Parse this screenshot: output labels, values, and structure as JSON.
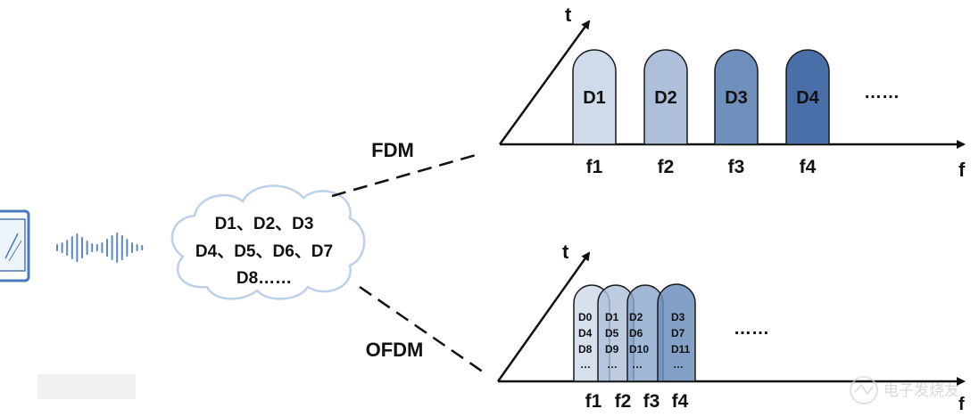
{
  "cloud": {
    "line1": "D1、D2、D3",
    "line2": "D4、D5、D6、D7",
    "line3": "D8……"
  },
  "fdm": {
    "label": "FDM",
    "t_axis": "t",
    "f_axis": "f",
    "blocks": [
      "D1",
      "D2",
      "D3",
      "D4"
    ],
    "freqs": [
      "f1",
      "f2",
      "f3",
      "f4"
    ],
    "ellipsis": "……"
  },
  "ofdm": {
    "label": "OFDM",
    "t_axis": "t",
    "f_axis": "f",
    "columns": [
      [
        "D0",
        "D4",
        "D8",
        "…"
      ],
      [
        "D1",
        "D5",
        "D9",
        "…"
      ],
      [
        "D2",
        "D6",
        "D10",
        "…"
      ],
      [
        "D3",
        "D7",
        "D11",
        "…"
      ]
    ],
    "freqs": [
      "f1",
      "f2",
      "f3",
      "f4"
    ],
    "ellipsis": "……"
  },
  "watermark": "电子发烧友",
  "colors": {
    "block1": "#cfdbea",
    "block2": "#aebfd9",
    "block3": "#6f8fbd",
    "block4": "#4a6ea8",
    "outline": "#1a1a1a",
    "phone": "#4a78b8",
    "wave": "#5b87c4",
    "cloud_stroke": "#bcd0ea"
  },
  "icons": [
    "phone-icon",
    "sound-wave-icon",
    "cloud-icon",
    "watermark-logo-icon"
  ]
}
